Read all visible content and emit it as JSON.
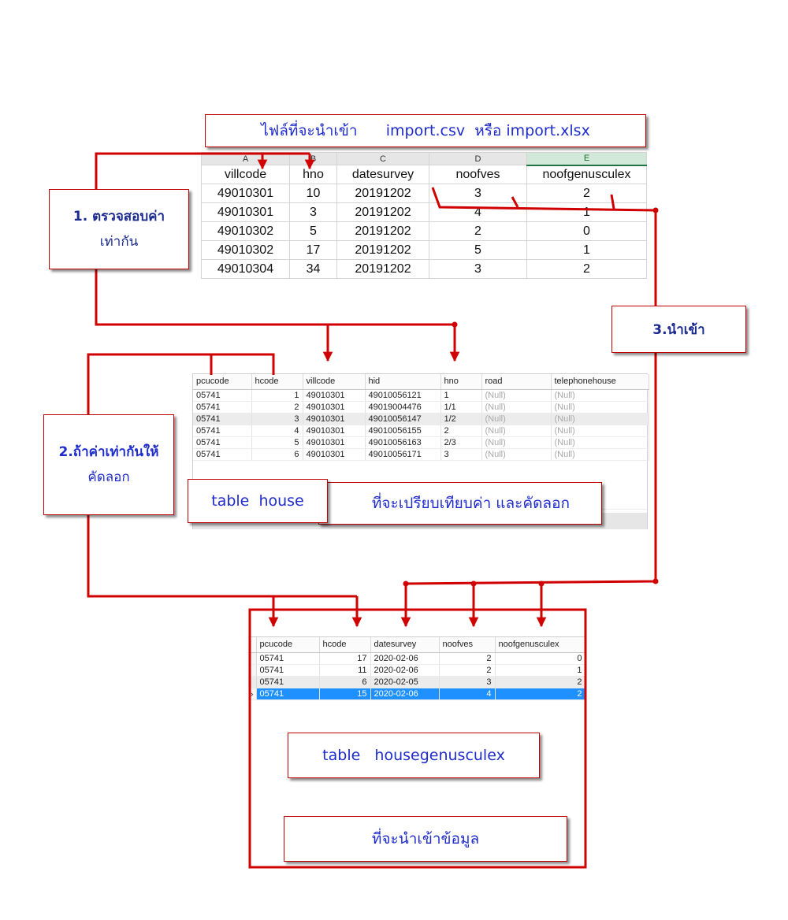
{
  "callouts": {
    "file_title": "ไฟล์ที่จะนำเข้า      import.csv  หรือ import.xlsx",
    "step1_line1": "1. ตรวจสอบค่า",
    "step1_line2": "เท่ากัน",
    "step2_line1": "2.ถ้าค่าเท่ากันให้",
    "step2_line2": "คัดลอก",
    "step3": "3.นำเข้า",
    "table_house": "table  house",
    "house_desc": "ที่จะเปรียบเทียบค่า  และคัดลอก",
    "table_hge": "table   housegenusculex",
    "hge_desc": "ที่จะนำเข้าข้อมูล"
  },
  "excel": {
    "letters": [
      "A",
      "B",
      "C",
      "D",
      "E"
    ],
    "headers": [
      "villcode",
      "hno",
      "datesurvey",
      "noofves",
      "noofgenusculex"
    ],
    "rows": [
      [
        "49010301",
        "10",
        "20191202",
        "3",
        "2"
      ],
      [
        "49010301",
        "3",
        "20191202",
        "4",
        "1"
      ],
      [
        "49010302",
        "5",
        "20191202",
        "2",
        "0"
      ],
      [
        "49010302",
        "17",
        "20191202",
        "5",
        "1"
      ],
      [
        "49010304",
        "34",
        "20191202",
        "3",
        "2"
      ]
    ]
  },
  "house_table": {
    "columns": [
      "pcucode",
      "hcode",
      "villcode",
      "hid",
      "hno",
      "road",
      "telephonehouse"
    ],
    "rows": [
      [
        "05741",
        "1",
        "49010301",
        "49010056121",
        "1",
        "(Null)",
        "(Null)"
      ],
      [
        "05741",
        "2",
        "49010301",
        "49019004476",
        "1/1",
        "(Null)",
        "(Null)"
      ],
      [
        "05741",
        "3",
        "49010301",
        "49010056147",
        "1/2",
        "(Null)",
        "(Null)"
      ],
      [
        "05741",
        "4",
        "49010301",
        "49010056155",
        "2",
        "(Null)",
        "(Null)"
      ],
      [
        "05741",
        "5",
        "49010301",
        "49010056163",
        "2/3",
        "(Null)",
        "(Null)"
      ],
      [
        "05741",
        "6",
        "49010301",
        "49010056171",
        "3",
        "(Null)",
        "(Null)"
      ]
    ]
  },
  "hge_table": {
    "columns": [
      "pcucode",
      "hcode",
      "datesurvey",
      "noofves",
      "noofgenusculex"
    ],
    "rows": [
      [
        "05741",
        "17",
        "2020-02-06",
        "2",
        "0"
      ],
      [
        "05741",
        "11",
        "2020-02-06",
        "2",
        "1"
      ],
      [
        "05741",
        "6",
        "2020-02-05",
        "3",
        "2"
      ],
      [
        "05741",
        "15",
        "2020-02-06",
        "4",
        "2"
      ]
    ],
    "selected_row": 3,
    "row_indicator": "›"
  },
  "colors": {
    "connector": "#d00000",
    "callout_text": "#1f2ccc",
    "selection": "#1e90ff",
    "excel_accent": "#217346"
  }
}
